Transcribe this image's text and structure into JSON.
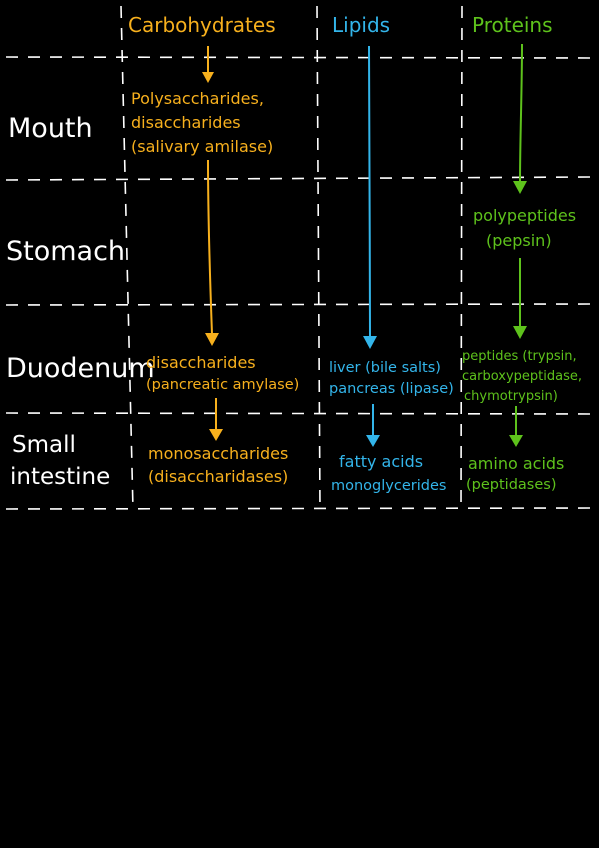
{
  "columns": {
    "carbohydrates": "Carbohydrates",
    "lipids": "Lipids",
    "proteins": "Proteins"
  },
  "rows": {
    "mouth": "Mouth",
    "stomach": "Stomach",
    "duodenum": "Duodenum",
    "small_intestine_line1": "Small",
    "small_intestine_line2": "intestine"
  },
  "cells": {
    "carb_mouth": [
      "Polysaccharides,",
      "disaccharides",
      "(salivary amilase)"
    ],
    "carb_duodenum": [
      "disaccharides",
      "(pancreatic amylase)"
    ],
    "carb_small_intestine": [
      "monosaccharides",
      "(disaccharidases)"
    ],
    "lipid_duodenum": [
      "liver (bile salts)",
      "pancreas (lipase)"
    ],
    "lipid_small_intestine": [
      "fatty acids",
      "monoglycerides"
    ],
    "protein_stomach": [
      "polypeptides",
      "(pepsin)"
    ],
    "protein_duodenum": [
      "peptides (trypsin,",
      "carboxypeptidase,",
      "chymotrypsin)"
    ],
    "protein_small_intestine": [
      "amino acids",
      "(peptidases)"
    ]
  },
  "colors": {
    "carbohydrates": "#f7b01d",
    "lipids": "#33b5ea",
    "proteins": "#5ec21c",
    "grid": "#ffffff",
    "background": "#000000"
  }
}
